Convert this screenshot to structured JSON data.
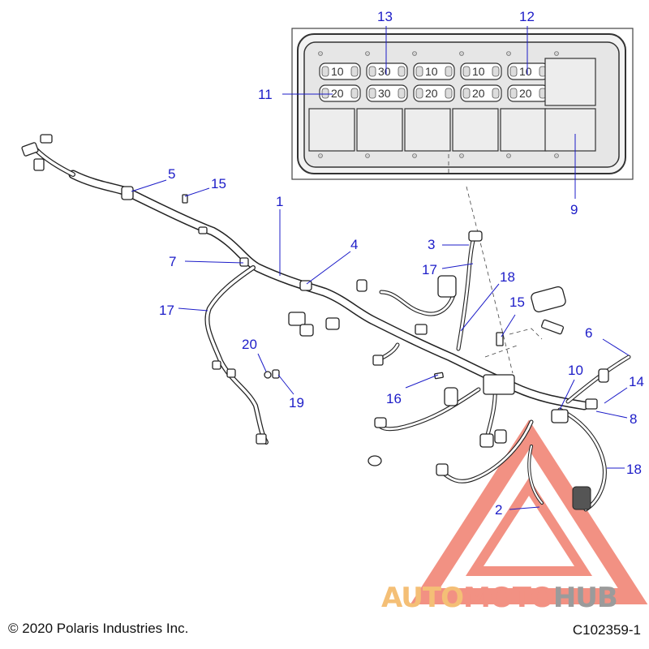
{
  "fuse_box": {
    "fuses_top_row": [
      "10",
      "30",
      "10",
      "10",
      "10"
    ],
    "fuses_bottom_row": [
      "20",
      "30",
      "20",
      "20",
      "20"
    ]
  },
  "callouts": [
    {
      "id": "c1",
      "label": "1"
    },
    {
      "id": "c2",
      "label": "2"
    },
    {
      "id": "c3",
      "label": "3"
    },
    {
      "id": "c4",
      "label": "4"
    },
    {
      "id": "c5",
      "label": "5"
    },
    {
      "id": "c6",
      "label": "6"
    },
    {
      "id": "c7",
      "label": "7"
    },
    {
      "id": "c8",
      "label": "8"
    },
    {
      "id": "c9",
      "label": "9"
    },
    {
      "id": "c10",
      "label": "10"
    },
    {
      "id": "c11",
      "label": "11"
    },
    {
      "id": "c12",
      "label": "12"
    },
    {
      "id": "c13",
      "label": "13"
    },
    {
      "id": "c14",
      "label": "14"
    },
    {
      "id": "c15a",
      "label": "15"
    },
    {
      "id": "c15b",
      "label": "15"
    },
    {
      "id": "c16",
      "label": "16"
    },
    {
      "id": "c17a",
      "label": "17"
    },
    {
      "id": "c17b",
      "label": "17"
    },
    {
      "id": "c18a",
      "label": "18"
    },
    {
      "id": "c18b",
      "label": "18"
    },
    {
      "id": "c19",
      "label": "19"
    },
    {
      "id": "c20",
      "label": "20"
    }
  ],
  "watermark": {
    "text_part1": "AUTO",
    "text_part2": "MOTO",
    "text_part3": "HUB",
    "color_orange": "#f3b45f",
    "color_red": "#f07e6e",
    "color_gray": "#8a8a8a"
  },
  "footer": {
    "copyright": "© 2020 Polaris Industries Inc.",
    "figure_id": "C102359-1"
  },
  "colors": {
    "callout": "#1c1cc8",
    "line_art": "#222222",
    "fuse_box_fill": "#eeeeee"
  }
}
